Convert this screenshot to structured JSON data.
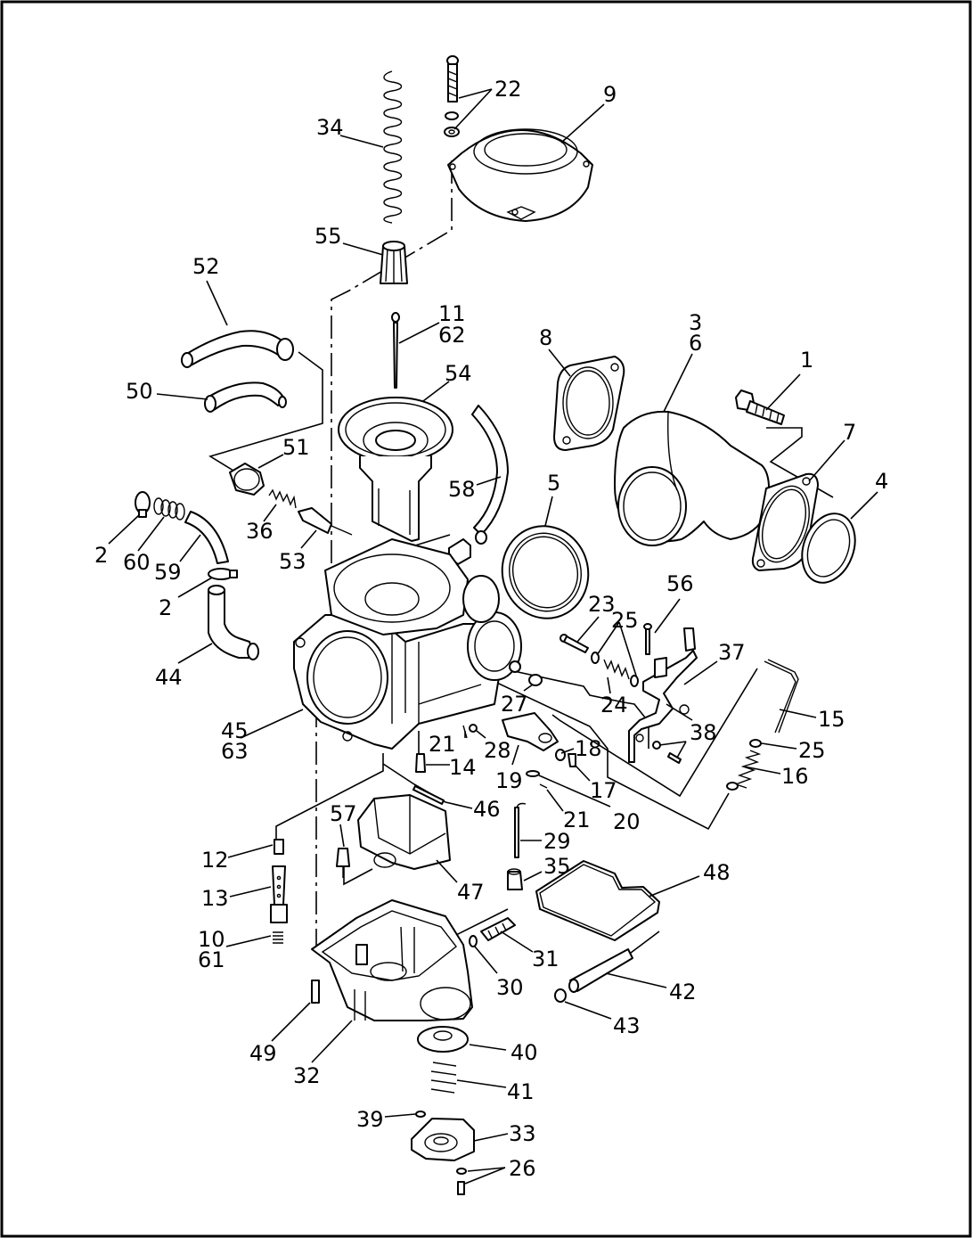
{
  "diagram": {
    "callouts": [
      "22",
      "9",
      "34",
      "55",
      "52",
      "11",
      "62",
      "54",
      "8",
      "3",
      "6",
      "1",
      "50",
      "51",
      "7",
      "4",
      "58",
      "5",
      "2",
      "60",
      "59",
      "36",
      "53",
      "2",
      "56",
      "23",
      "25",
      "37",
      "44",
      "27",
      "24",
      "38",
      "15",
      "45",
      "63",
      "21",
      "28",
      "18",
      "25",
      "14",
      "19",
      "17",
      "16",
      "20",
      "46",
      "21",
      "57",
      "29",
      "12",
      "35",
      "48",
      "47",
      "13",
      "10",
      "61",
      "31",
      "30",
      "42",
      "43",
      "49",
      "32",
      "40",
      "41",
      "39",
      "33",
      "26"
    ]
  }
}
